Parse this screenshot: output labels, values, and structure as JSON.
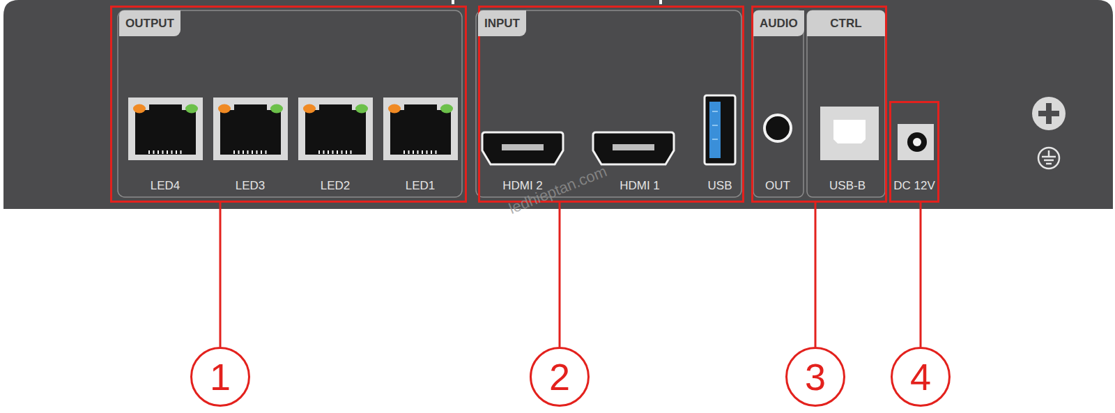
{
  "diagram": {
    "nodes": [
      {
        "text": [
          "OUTPUT",
          "LED4",
          "LED3",
          "LED2",
          "LED1"
        ]
      },
      {
        "text": [
          "INPUT",
          "HDMI 2",
          "HDMI 1",
          "USB"
        ]
      },
      {
        "text": [
          "AUDIO",
          "OUT",
          "CTRL",
          "USB-B"
        ]
      },
      {
        "text": [
          "DC 12V"
        ]
      },
      {
        "text": [
          "1"
        ]
      },
      {
        "text": [
          "2"
        ]
      },
      {
        "text": [
          "3"
        ]
      },
      {
        "text": [
          "4"
        ]
      }
    ],
    "edges": [
      {
        "from": 0,
        "to": 4,
        "arrow": "none"
      },
      {
        "from": 1,
        "to": 5,
        "arrow": "none"
      },
      {
        "from": 2,
        "to": 6,
        "arrow": "none"
      },
      {
        "from": 3,
        "to": 7,
        "arrow": "none"
      }
    ],
    "labels": [
      "ledhieptan.com"
    ]
  }
}
